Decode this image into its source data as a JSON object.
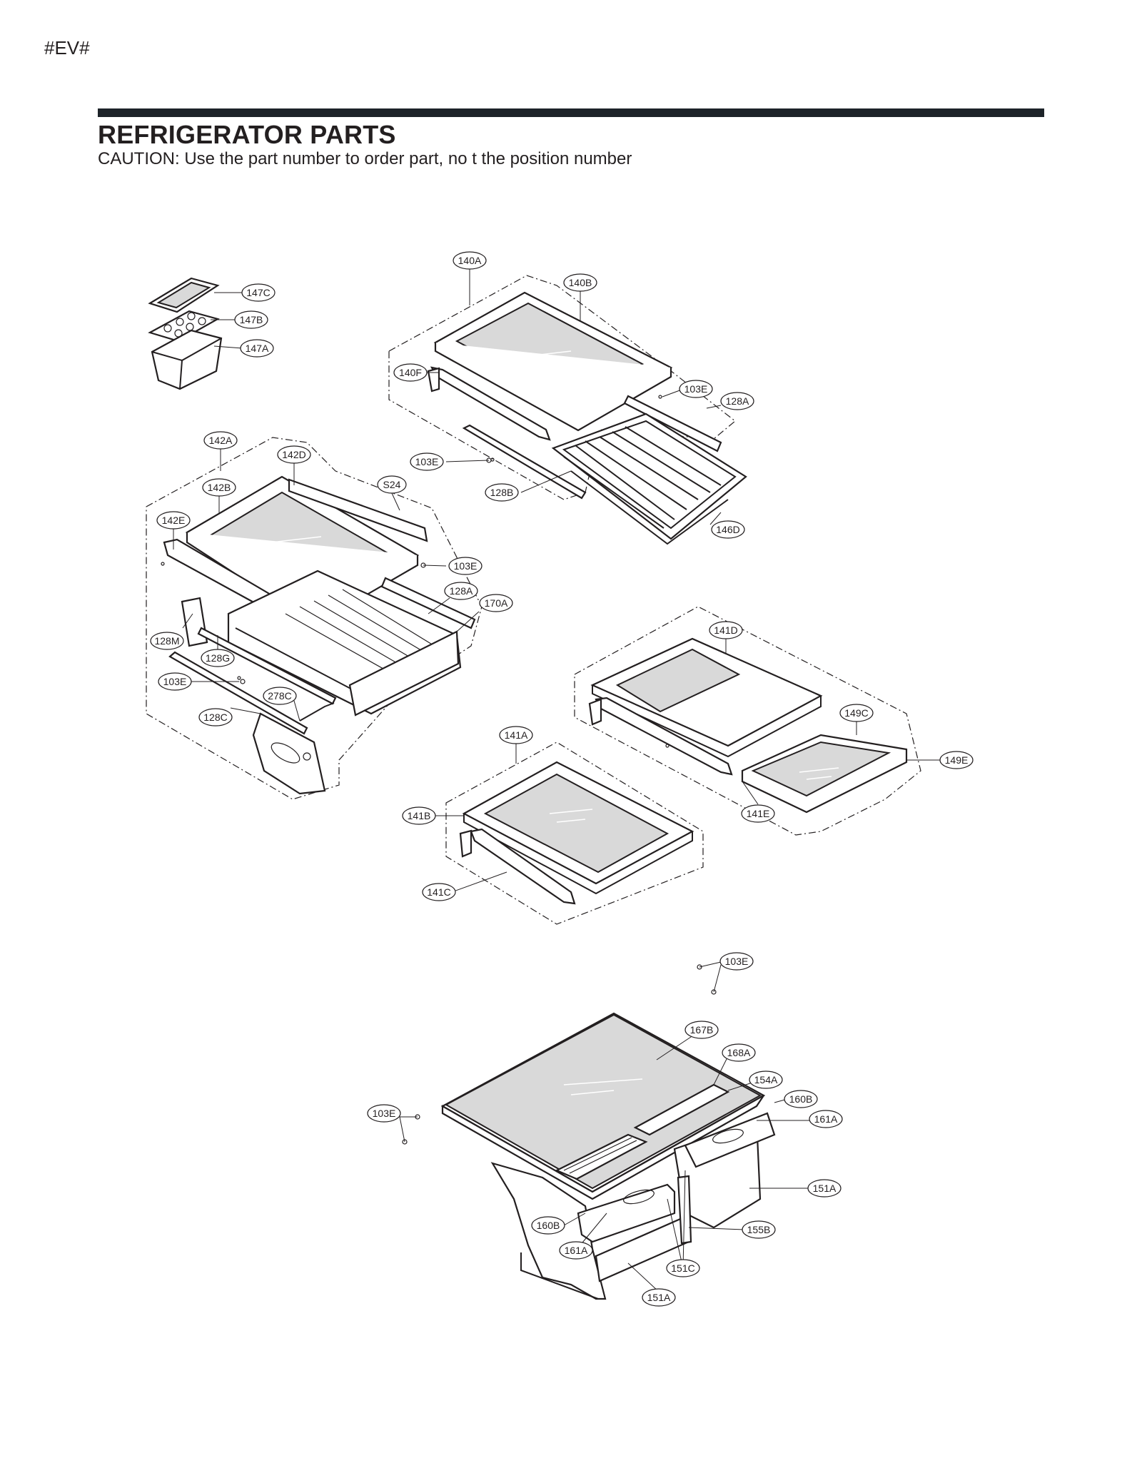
{
  "page": {
    "corner_mark": "#EV#",
    "title": "REFRIGERATOR PARTS",
    "caution": "CAUTION: Use the part number to order part, no t the position number"
  },
  "diagram": {
    "callouts": [
      {
        "id": "c1",
        "label": "147C"
      },
      {
        "id": "c2",
        "label": "147B"
      },
      {
        "id": "c3",
        "label": "147A"
      },
      {
        "id": "c4",
        "label": "140A"
      },
      {
        "id": "c5",
        "label": "140B"
      },
      {
        "id": "c6",
        "label": "140F"
      },
      {
        "id": "c7",
        "label": "103E"
      },
      {
        "id": "c8",
        "label": "128A"
      },
      {
        "id": "c9",
        "label": "103E"
      },
      {
        "id": "c10",
        "label": "128B"
      },
      {
        "id": "c11",
        "label": "146D"
      },
      {
        "id": "c12",
        "label": "142A"
      },
      {
        "id": "c13",
        "label": "142D"
      },
      {
        "id": "c14",
        "label": "S24"
      },
      {
        "id": "c15",
        "label": "142B"
      },
      {
        "id": "c16",
        "label": "142E"
      },
      {
        "id": "c17",
        "label": "103E"
      },
      {
        "id": "c18",
        "label": "128A"
      },
      {
        "id": "c19",
        "label": "170A"
      },
      {
        "id": "c20",
        "label": "128M"
      },
      {
        "id": "c21",
        "label": "128G"
      },
      {
        "id": "c22",
        "label": "103E"
      },
      {
        "id": "c23",
        "label": "278C"
      },
      {
        "id": "c24",
        "label": "128C"
      },
      {
        "id": "c25",
        "label": "141D"
      },
      {
        "id": "c26",
        "label": "149C"
      },
      {
        "id": "c27",
        "label": "149E"
      },
      {
        "id": "c28",
        "label": "141E"
      },
      {
        "id": "c29",
        "label": "141A"
      },
      {
        "id": "c30",
        "label": "141B"
      },
      {
        "id": "c31",
        "label": "141C"
      },
      {
        "id": "c32",
        "label": "103E"
      },
      {
        "id": "c33",
        "label": "167B"
      },
      {
        "id": "c34",
        "label": "168A"
      },
      {
        "id": "c35",
        "label": "154A"
      },
      {
        "id": "c36",
        "label": "160B"
      },
      {
        "id": "c37",
        "label": "161A"
      },
      {
        "id": "c38",
        "label": "103E"
      },
      {
        "id": "c39",
        "label": "151A"
      },
      {
        "id": "c40",
        "label": "155B"
      },
      {
        "id": "c41",
        "label": "160B"
      },
      {
        "id": "c42",
        "label": "161A"
      },
      {
        "id": "c43",
        "label": "151C"
      },
      {
        "id": "c44",
        "label": "151A"
      }
    ]
  }
}
